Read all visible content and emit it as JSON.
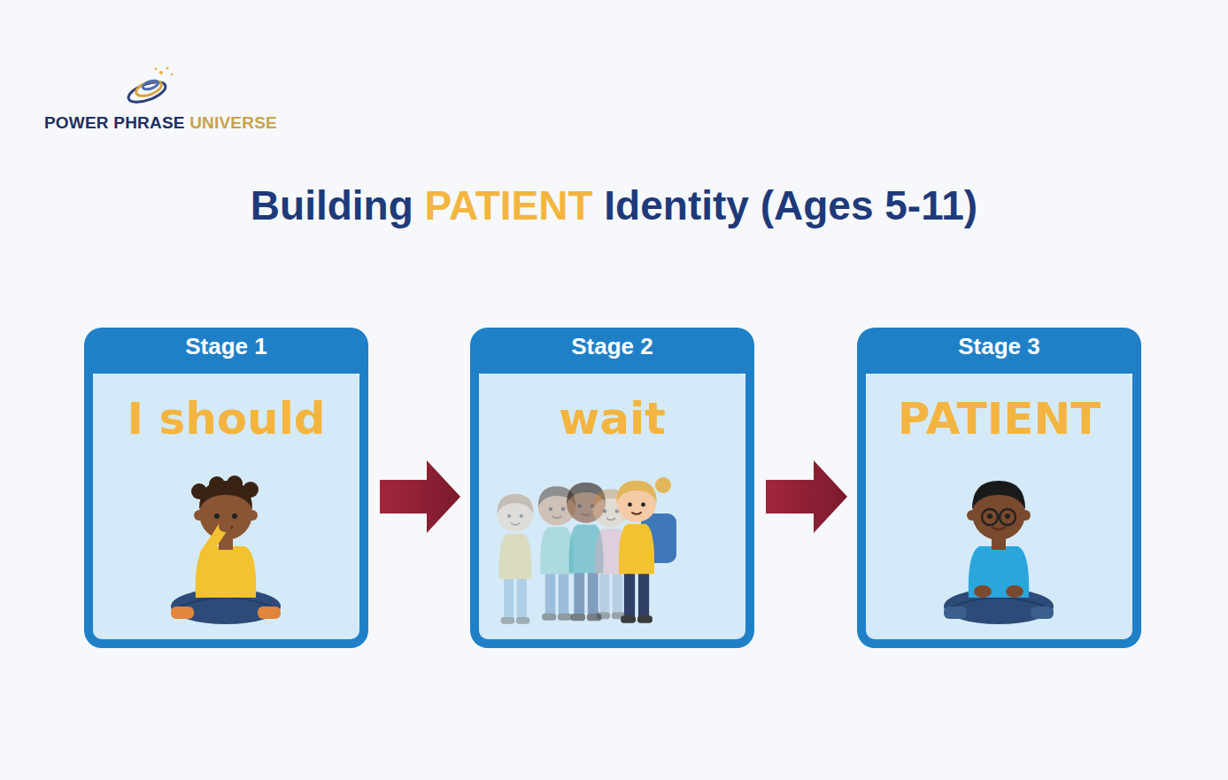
{
  "diagram": {
    "title": "Building PATIENT Identity (Ages 5-11)",
    "nodes": [
      {
        "text": [
          "Stage 1",
          "I should"
        ]
      },
      {
        "text": [
          "Stage 2",
          "wait"
        ]
      },
      {
        "text": [
          "Stage 3",
          "PATIENT"
        ]
      }
    ],
    "edges": [
      {
        "from": 0,
        "to": 1,
        "arrow": "to"
      },
      {
        "from": 1,
        "to": 2,
        "arrow": "to"
      }
    ],
    "labels": [
      "POWER PHRASE UNIVERSE"
    ]
  }
}
